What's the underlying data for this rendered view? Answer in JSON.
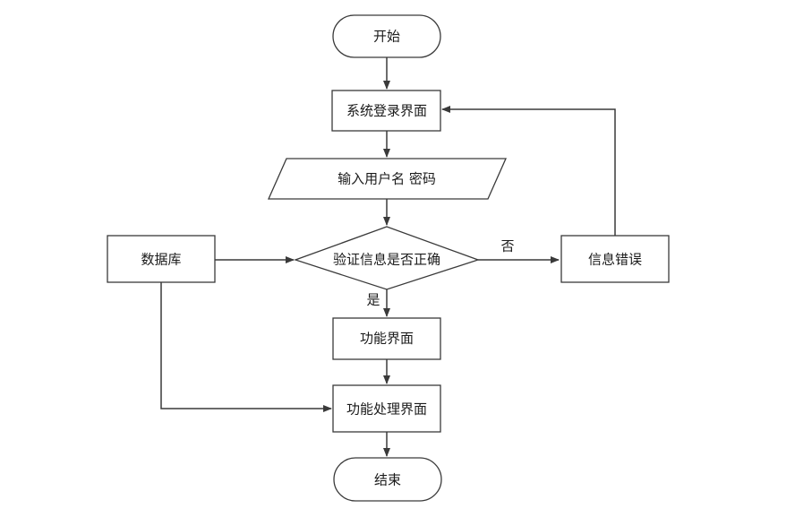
{
  "diagram": {
    "nodes": {
      "start": "开始",
      "login": "系统登录界面",
      "input": "输入用户名 密码",
      "verify": "验证信息是否正确",
      "database": "数据库",
      "error": "信息错误",
      "function": "功能界面",
      "process": "功能处理界面",
      "end": "结束"
    },
    "edge_labels": {
      "no": "否",
      "yes": "是"
    }
  }
}
